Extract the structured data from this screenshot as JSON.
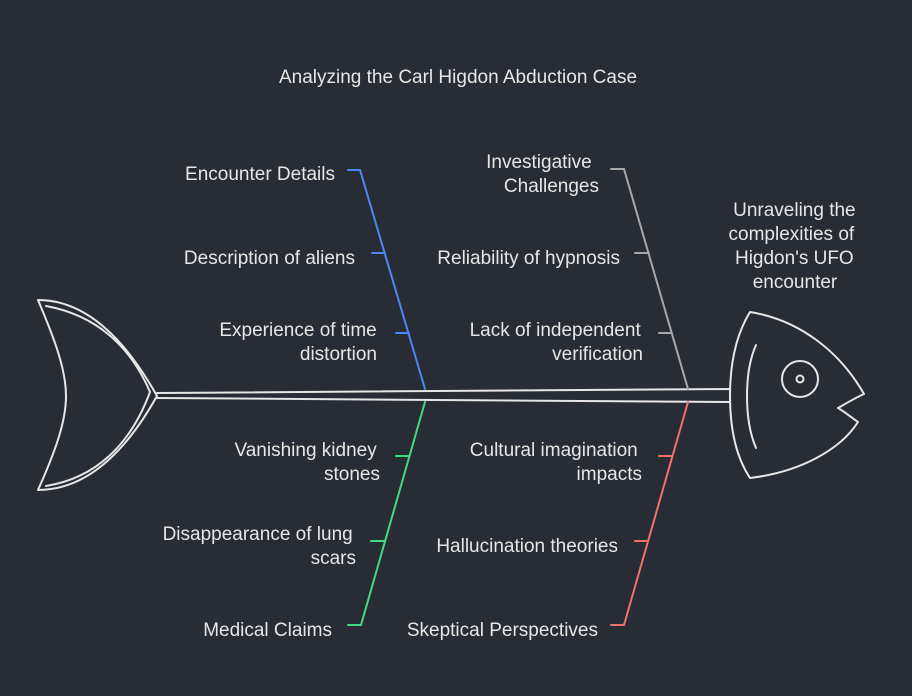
{
  "title": "Analyzing the Carl Higdon Abduction Case",
  "head_label": [
    "Unraveling the",
    "complexities of",
    "Higdon's UFO",
    "encounter"
  ],
  "colors": {
    "background": "#282c34",
    "text": "#e6e6e6",
    "fish_outline": "#e6e6e6",
    "encounter_details": "#4f86f7",
    "investigative_challenges": "#a8a8a8",
    "medical_claims": "#3ddc84",
    "skeptical_perspectives": "#f2706a"
  },
  "categories": {
    "encounter_details": {
      "label": [
        "Encounter Details"
      ],
      "causes": [
        [
          "Description of aliens"
        ],
        [
          "Experience of time",
          "distortion"
        ]
      ]
    },
    "investigative_challenges": {
      "label": [
        "Investigative",
        "Challenges"
      ],
      "causes": [
        [
          "Reliability of hypnosis"
        ],
        [
          "Lack of independent",
          "verification"
        ]
      ]
    },
    "medical_claims": {
      "label": [
        "Medical Claims"
      ],
      "causes": [
        [
          "Vanishing kidney",
          "stones"
        ],
        [
          "Disappearance of lung",
          "scars"
        ]
      ]
    },
    "skeptical_perspectives": {
      "label": [
        "Skeptical Perspectives"
      ],
      "causes": [
        [
          "Cultural imagination",
          "impacts"
        ],
        [
          "Hallucination theories"
        ]
      ]
    }
  }
}
